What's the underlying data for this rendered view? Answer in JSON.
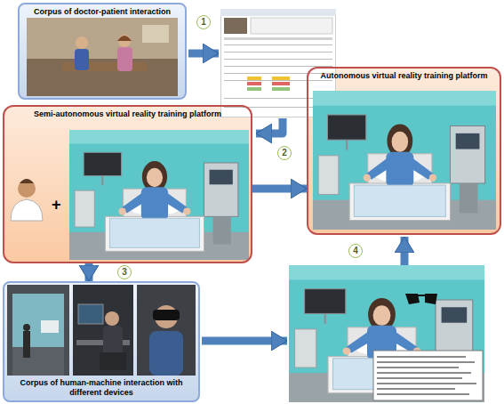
{
  "diagram": {
    "nodes": [
      {
        "text": [
          "Corpus of doctor-patient interaction"
        ]
      },
      {
        "text": [
          "Semi-autonomous virtual reality training platform",
          "+"
        ]
      },
      {
        "text": [
          "Autonomous virtual reality training platform"
        ]
      },
      {
        "text": [
          "Corpus of human-machine interaction with different devices"
        ]
      }
    ],
    "edges": [
      {
        "from": 1,
        "to": 2,
        "arrow": "to"
      },
      {
        "from": 1,
        "to": 3,
        "arrow": "to"
      }
    ],
    "labels": [
      "1",
      "2",
      "3",
      "4"
    ]
  }
}
